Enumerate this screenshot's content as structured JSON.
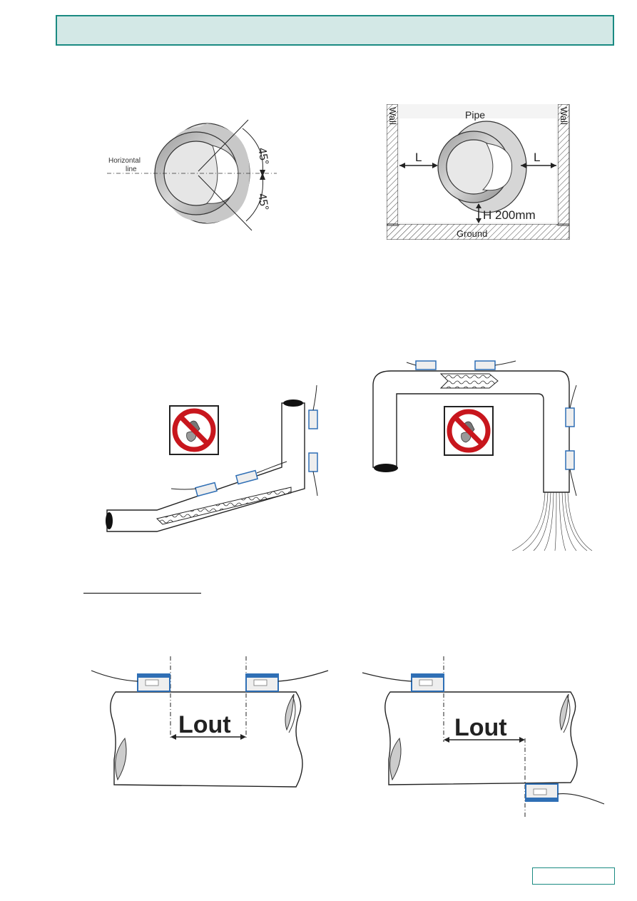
{
  "figure1": {
    "horizontal_line_label_1": "Horizontal",
    "horizontal_line_label_2": "line",
    "angle_upper": "45°",
    "angle_lower": "45°"
  },
  "figure2": {
    "pipe_label": "Pipe",
    "wall_left": "Wall",
    "wall_right": "Wall",
    "l_left": "L",
    "l_right": "L",
    "height_label": "H 200mm",
    "ground_label": "Ground"
  },
  "figure5": {
    "lout_label": "Lout"
  },
  "figure6": {
    "lout_label": "Lout"
  },
  "colors": {
    "header_fill": "#d3e8e6",
    "header_border": "#1a8a82",
    "sensor_blue": "#2f6fb5"
  }
}
